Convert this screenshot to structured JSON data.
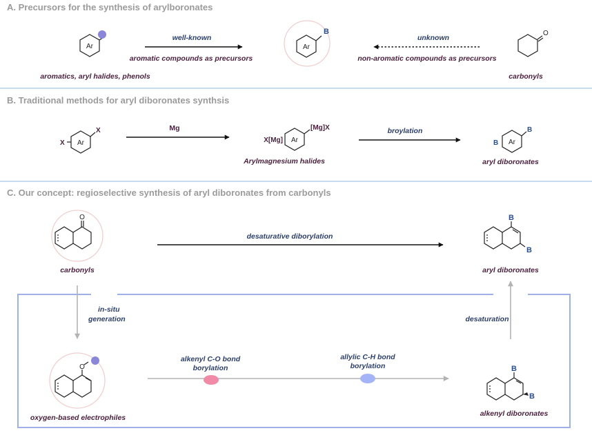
{
  "colors": {
    "section_title": "#9b9b9b",
    "label_dark": "#4a1f3c",
    "label_blue": "#2c3f6b",
    "boron_blue": "#2c4f8c",
    "divider": "#c6dbf0",
    "frame_blue": "#9fb0e8",
    "lavender_dot": "#8a86d8",
    "pink_ellipse": "#f08aa6",
    "blue_ellipse": "#a4b4f6",
    "gray_arrow": "#b3b3b3"
  },
  "section_a": {
    "title": "A.  Precursors for the synthesis of arylboronates",
    "ar_label": "Ar",
    "boron_label": "B",
    "oxygen_label": "O",
    "arrow_left_top": "well-known",
    "arrow_left_bottom": "aromatic compounds as precursors",
    "arrow_right_top": "unknown",
    "arrow_right_bottom": "non-aromatic compounds as precursors",
    "left_caption": "aromatics, aryl halides, phenols",
    "right_caption": "carbonyls"
  },
  "section_b": {
    "title": "B.  Traditional methods for aryl diboronates synthsis",
    "x_label": "X",
    "ar_label": "Ar",
    "mg_left": "X[Mg]",
    "mg_right": "[Mg]X",
    "b_label": "B",
    "arrow1_label": "Mg",
    "arrow2_label": "broylation",
    "mid_caption": "Arylmagnesium halides",
    "right_caption": "aryl diboronates"
  },
  "section_c": {
    "title": "C.  Our concept: regioselective synthesis of aryl diboronates from carbonyls",
    "oxygen_label": "O",
    "boron_label": "B",
    "top_arrow_label": "desaturative diborylation",
    "carbonyl_caption": "carbonyls",
    "aryl_caption": "aryl diboronates",
    "insitu_line1": "in-situ",
    "insitu_line2": "generation",
    "desaturation_label": "desaturation",
    "step1_line1": "alkenyl C-O bond",
    "step1_line2": "borylation",
    "step2_line1": "allylic C-H bond",
    "step2_line2": "borylation",
    "electrophile_caption": "oxygen-based electrophiles",
    "alkenyl_caption": "alkenyl diboronates"
  }
}
